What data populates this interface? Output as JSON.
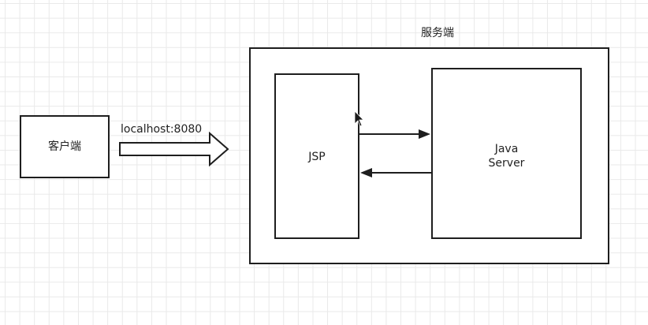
{
  "labels": {
    "client": "客户端",
    "address": "localhost:8080",
    "server_group": "服务端",
    "jsp": "JSP",
    "java_server_line1": "Java",
    "java_server_line2": "Server"
  },
  "colors": {
    "stroke": "#1e1e1e",
    "grid": "#e9e9e9",
    "background": "#ffffff"
  },
  "icons": {
    "cursor": "mouse-pointer-icon"
  }
}
